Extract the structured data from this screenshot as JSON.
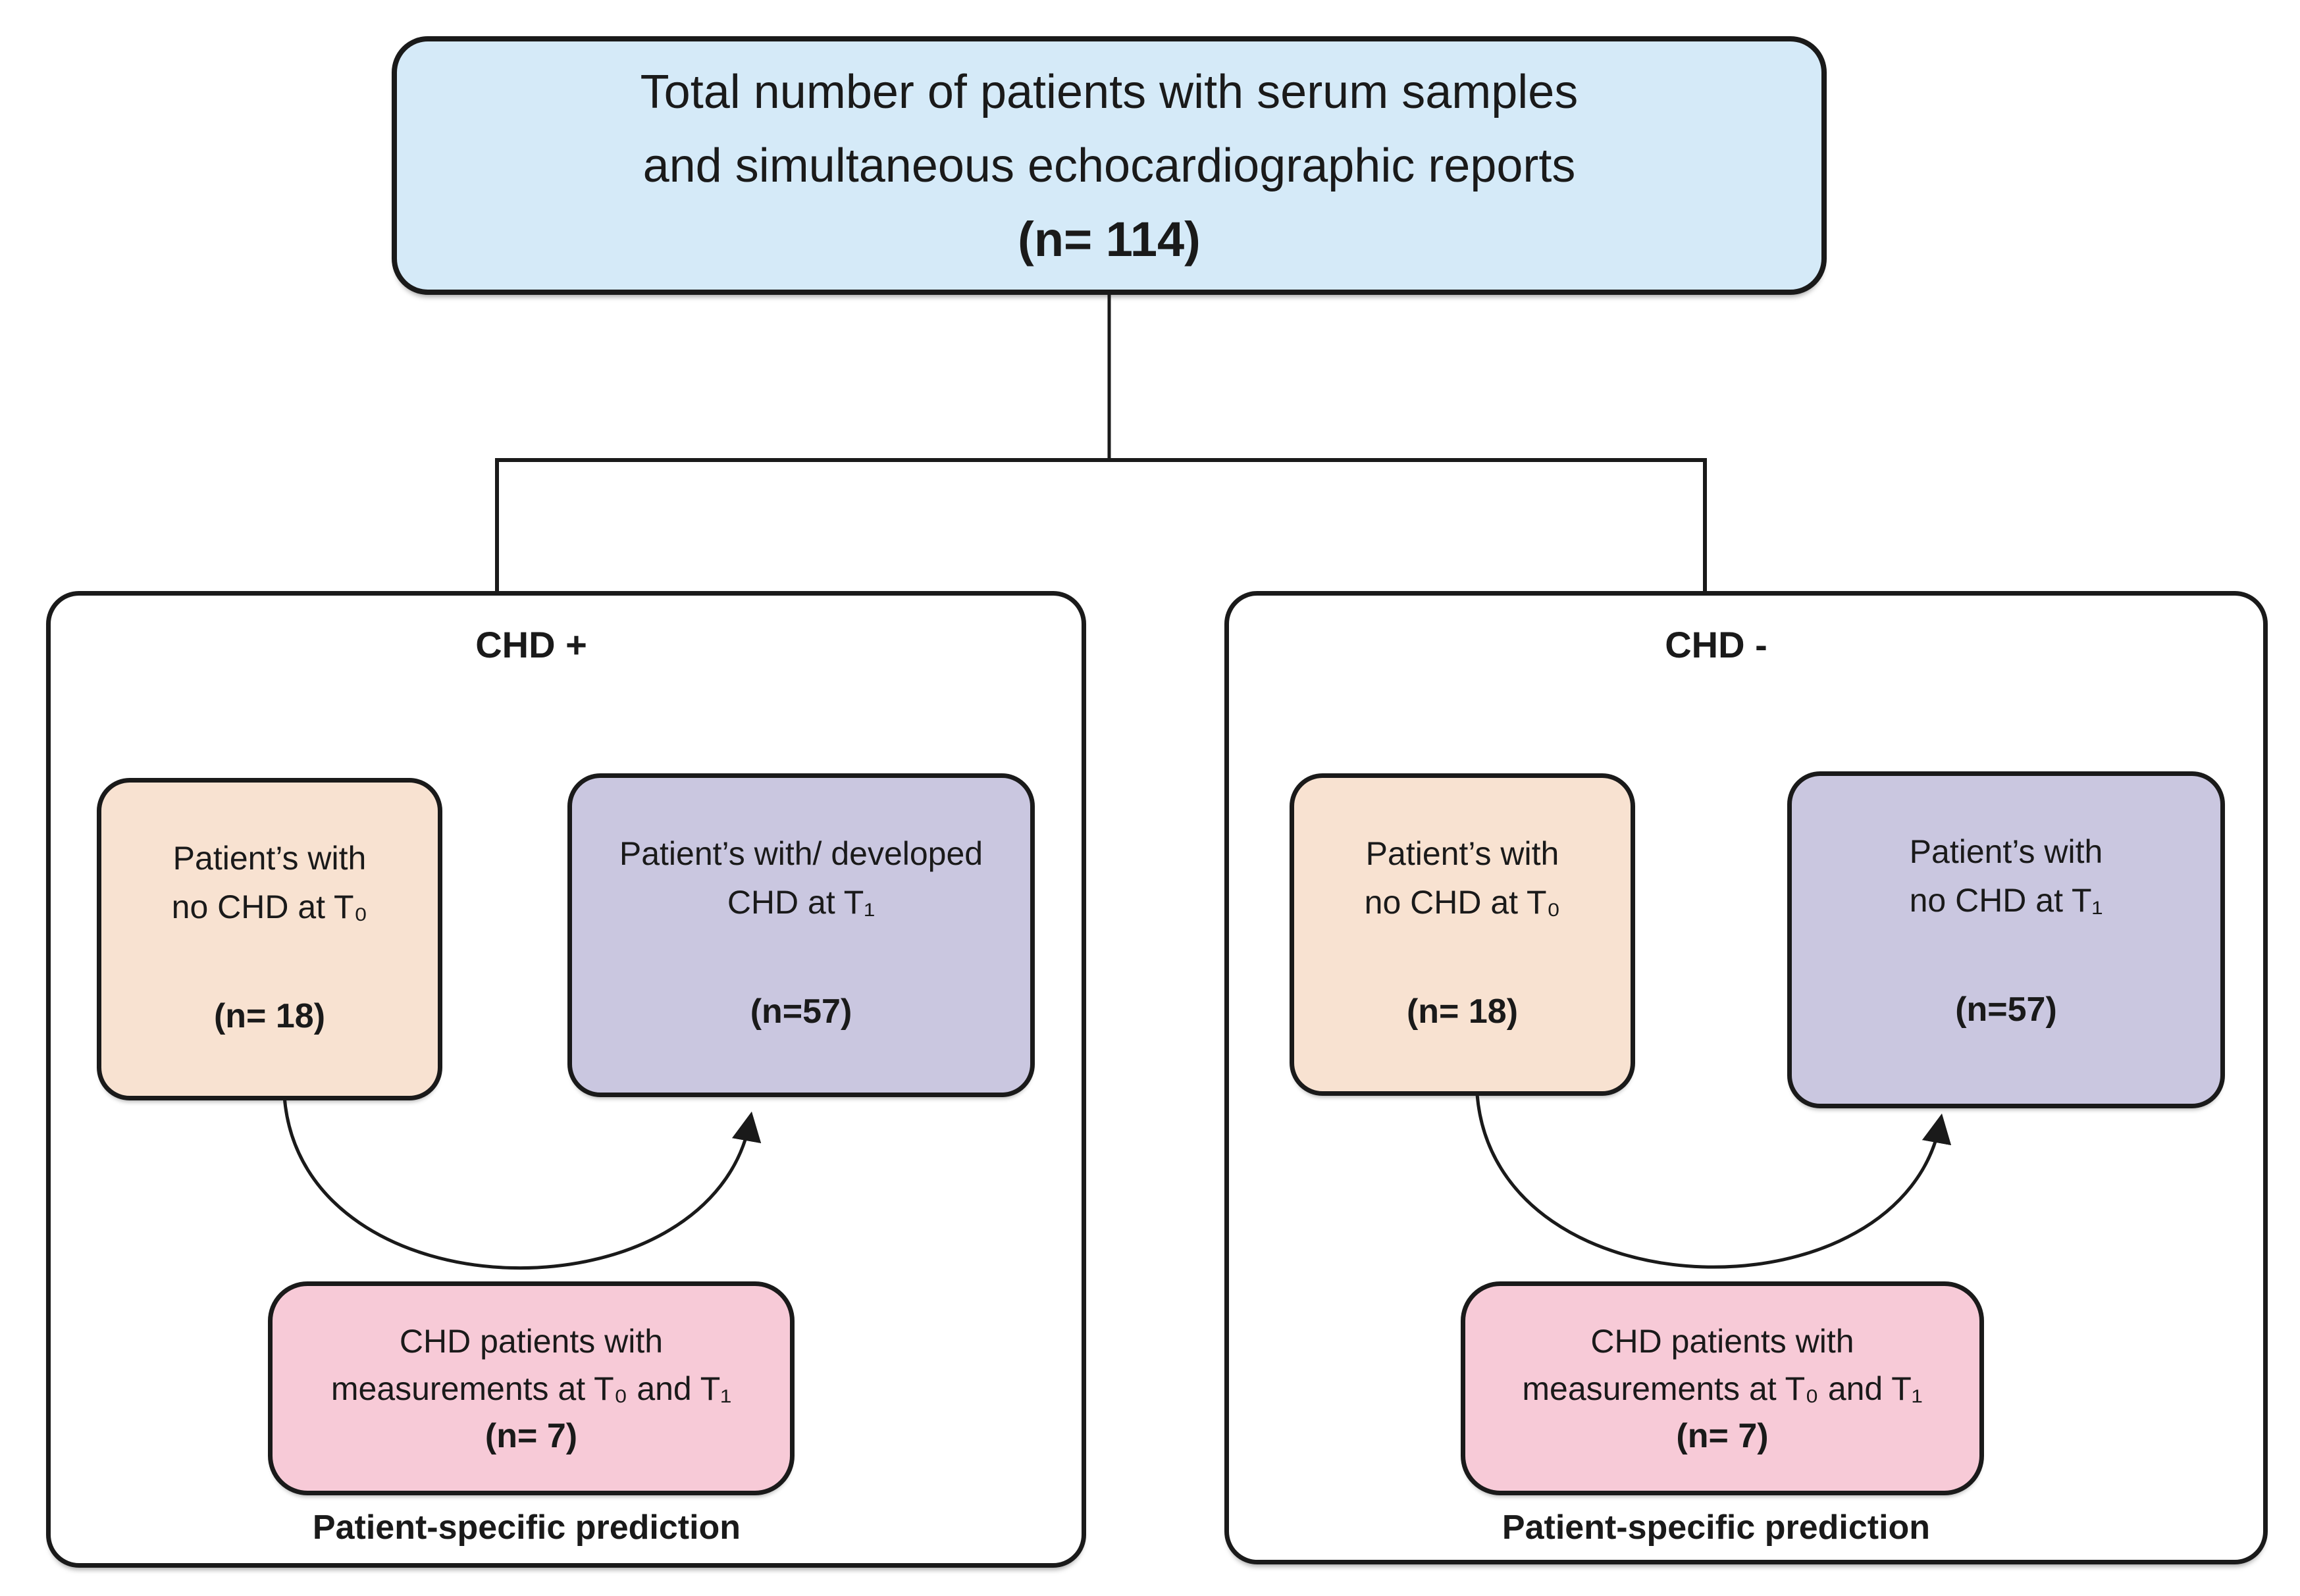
{
  "title_box": {
    "line1": "Total number of patients with serum samples",
    "line2": "and simultaneous echocardiographic reports",
    "count": "(n= 114)"
  },
  "groups": [
    {
      "header": "CHD +",
      "no_chd_t0_box": {
        "line1": "Patient’s with",
        "line2": "no CHD at T₀",
        "count": "(n= 18)"
      },
      "chd_t1_box": {
        "line1": "Patient’s with/ developed",
        "line2": "CHD at T₁",
        "count": "(n=57)"
      },
      "overlap_box": {
        "line1": "CHD patients with",
        "line2": "measurements at T₀  and T₁",
        "count": "(n= 7)"
      },
      "footer": "Patient-specific prediction"
    },
    {
      "header": "CHD -",
      "no_chd_t0_box": {
        "line1": "Patient’s with",
        "line2": "no CHD at T₀",
        "count": "(n= 18)"
      },
      "chd_t1_box": {
        "line1": "Patient’s with",
        "line2": "no CHD at T₁",
        "count": "(n=57)"
      },
      "overlap_box": {
        "line1": "CHD patients with",
        "line2": "measurements at T₀  and T₁",
        "count": "(n= 7)"
      },
      "footer": "Patient-specific prediction"
    }
  ],
  "colors": {
    "title_fill": "#d5eaf8",
    "t0_fill": "#f8e2d1",
    "t1_fill": "#cac7e0",
    "overlap_fill": "#f7cad7",
    "ink": "#1a1a1a"
  }
}
